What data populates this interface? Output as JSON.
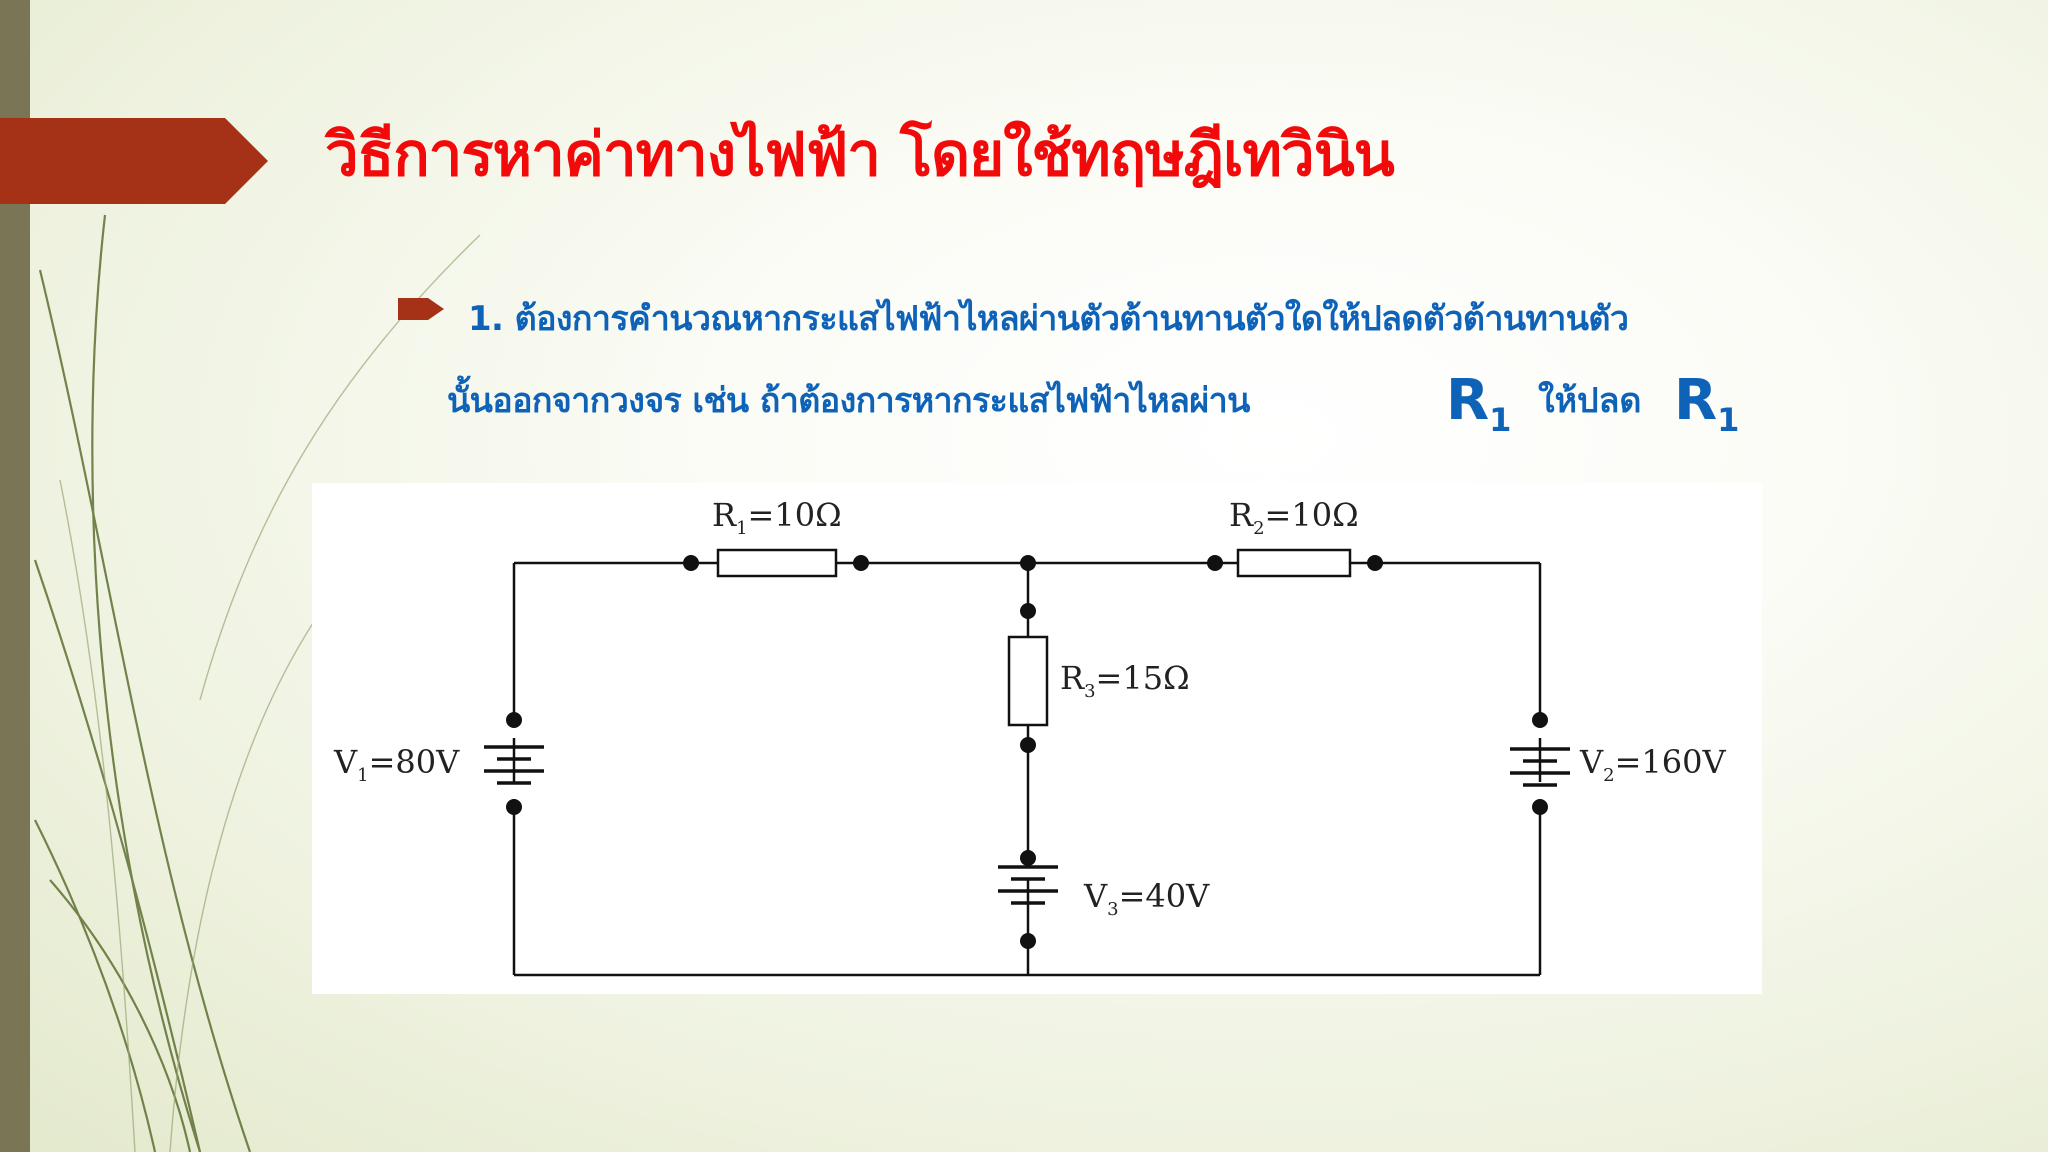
{
  "slide": {
    "title": "วิธีการหาค่าทางไฟฟ้า โดยใช้ทฤษฎีเทวินิน",
    "bullet": {
      "line1": "1. ต้องการคำนวณหากระแสไฟฟ้าไหลผ่านตัวต้านทานตัวใดให้ปลดตัวต้านทานตัว",
      "line2_a": "นั้นออกจากวงจร เช่น ถ้าต้องการหากระแสไฟฟ้าไหลผ่าน",
      "r_symbol": "R",
      "r_subscript": "1",
      "line2_b": "ให้ปลด"
    },
    "colors": {
      "title": "#f20a0a",
      "body": "#0e63b8",
      "accent": "#a53217",
      "sidebar": "#7a7655"
    }
  },
  "circuit": {
    "r1": {
      "letter": "R",
      "sub": "1",
      "value": "=10Ω"
    },
    "r2": {
      "letter": "R",
      "sub": "2",
      "value": "=10Ω"
    },
    "r3": {
      "letter": "R",
      "sub": "3",
      "value": "=15Ω"
    },
    "v1": {
      "letter": "V",
      "sub": "1",
      "value": "=80V"
    },
    "v2": {
      "letter": "V",
      "sub": "2",
      "value": "=160V"
    },
    "v3": {
      "letter": "V",
      "sub": "3",
      "value": "=40V"
    }
  }
}
